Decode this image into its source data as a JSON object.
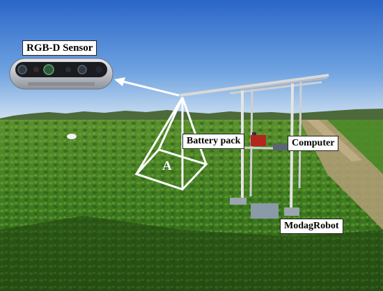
{
  "labels": {
    "sensor": "RGB-D Sensor",
    "battery": "Battery pack",
    "computer": "Computer",
    "robot": "ModagRobot",
    "region": "A"
  },
  "colors": {
    "sky_top": "#2f6fd0",
    "sky_horizon": "#c9dcf0",
    "crop_green": "#3d7a1f",
    "soil": "#b59d78",
    "frame_white": "#ffffff",
    "sensor_body": "#c9ccd1"
  }
}
